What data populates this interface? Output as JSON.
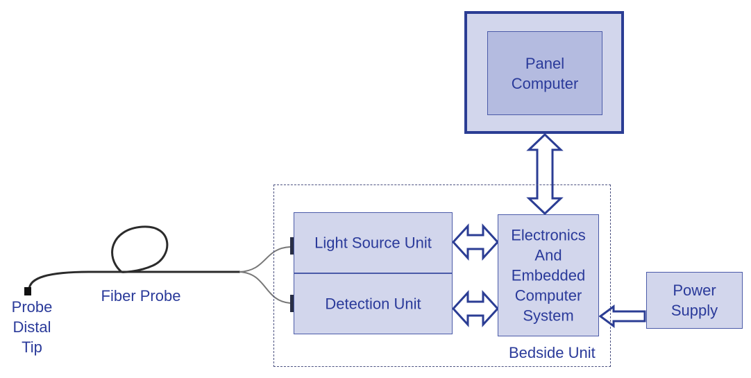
{
  "diagram": {
    "panel_computer": "Panel\nComputer",
    "light_source_unit": "Light Source Unit",
    "detection_unit": "Detection Unit",
    "electronics": "Electronics\nAnd\nEmbedded\nComputer\nSystem",
    "power_supply": "Power\nSupply",
    "bedside_unit": "Bedside Unit",
    "fiber_probe": "Fiber Probe",
    "probe_tip": "Probe\nDistal\nTip"
  },
  "colors": {
    "box_fill": "#d2d6ec",
    "inner_fill": "#b4bbe0",
    "border": "#2b3d94",
    "text": "#2a3a9a"
  }
}
